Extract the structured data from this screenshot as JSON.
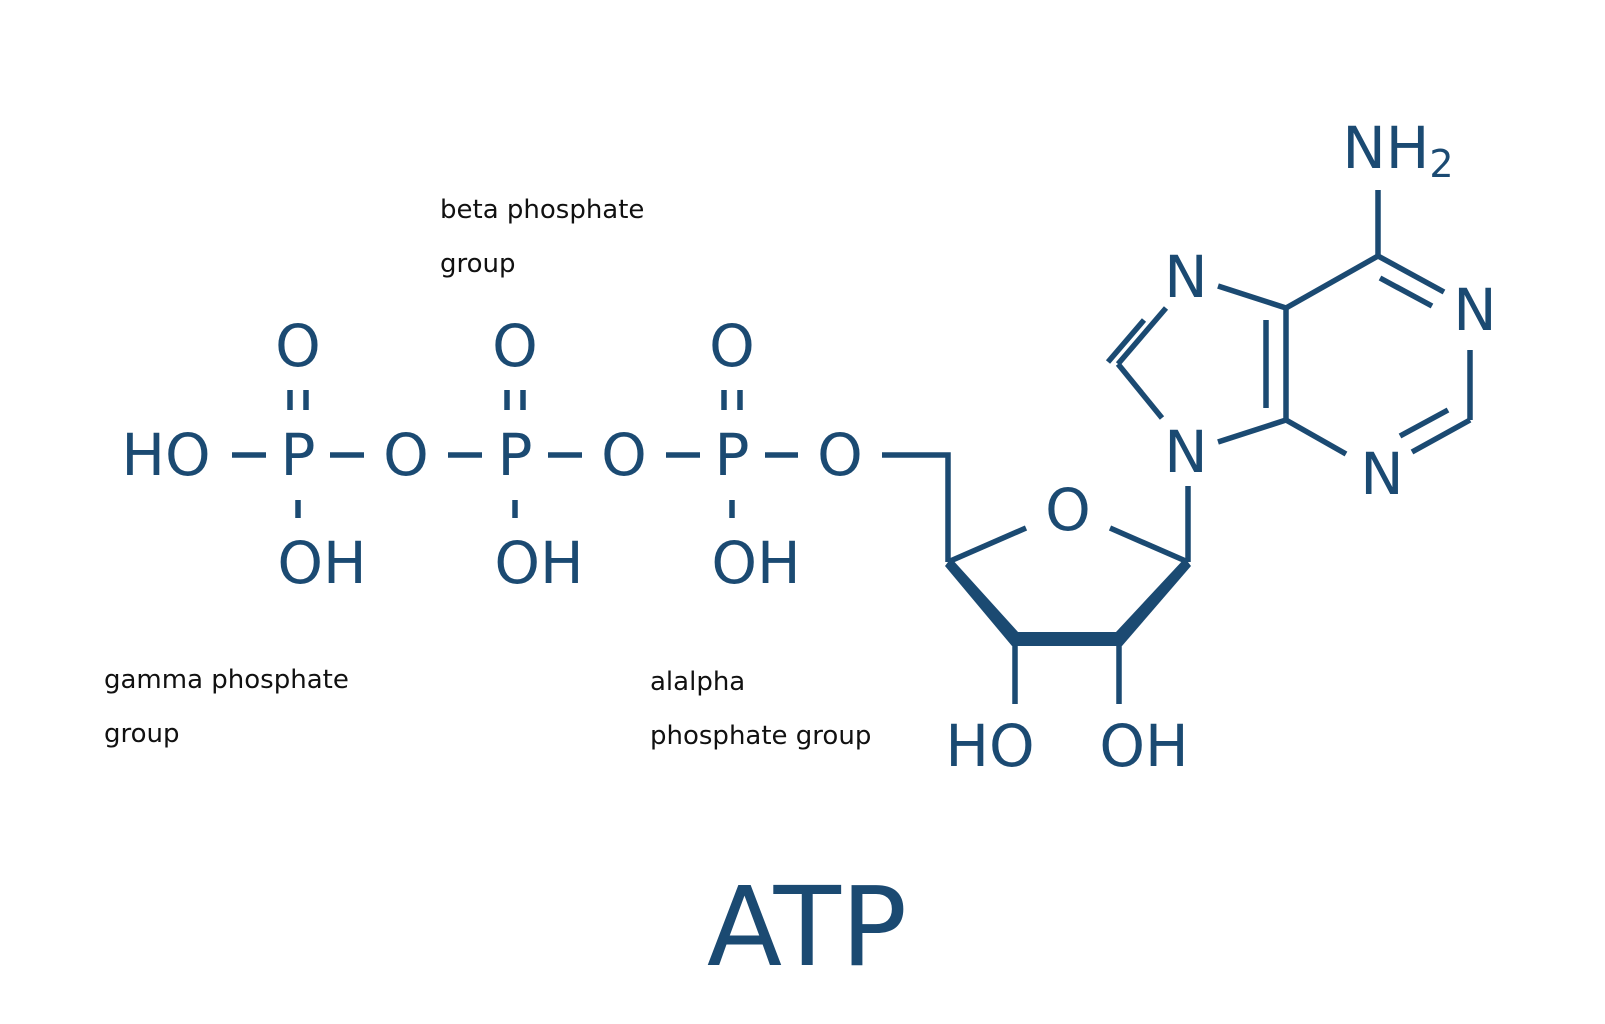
{
  "labels": {
    "beta_line1": "beta phosphate",
    "beta_line2": "group",
    "gamma_line1": "gamma phosphate",
    "gamma_line2": "group",
    "alpha_line1": "alalpha",
    "alpha_line2": "phosphate group"
  },
  "atoms": {
    "ho_left": "HO",
    "p1": "P",
    "p2": "P",
    "p3": "P",
    "o_bridge1": "O",
    "o_bridge2": "O",
    "o_bridge3": "O",
    "o_top1": "O",
    "o_top2": "O",
    "o_top3": "O",
    "oh1": "OH",
    "oh2": "OH",
    "oh3": "OH",
    "ring_o": "O",
    "sugar_ho": "HO",
    "sugar_oh": "OH",
    "n7": "N",
    "n9": "N",
    "n1": "N",
    "n3": "N",
    "nh2_main": "NH",
    "nh2_sub": "2"
  },
  "title": "ATP",
  "colors": {
    "molecule": "#1b4a72",
    "caption": "#111111",
    "background": "#ffffff"
  }
}
